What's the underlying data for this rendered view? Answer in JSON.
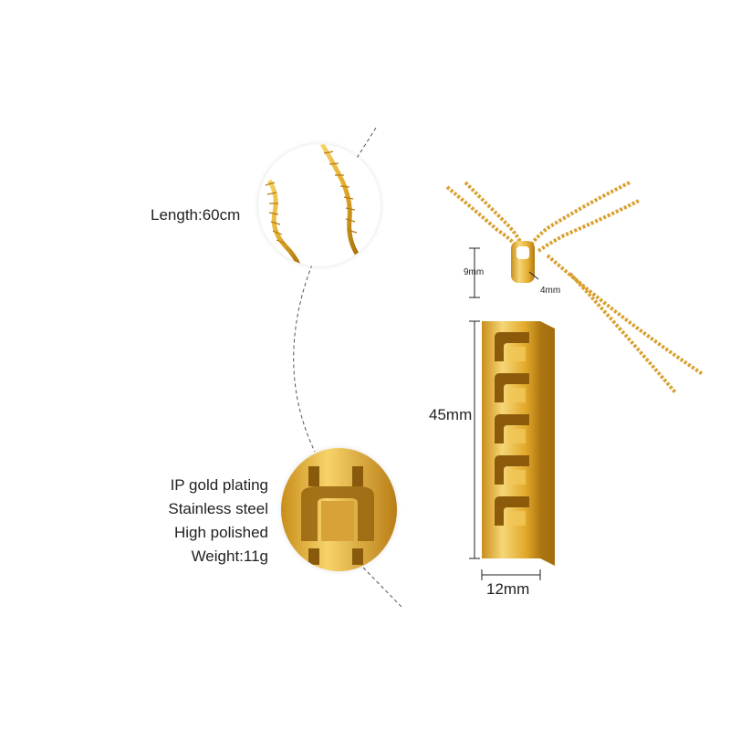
{
  "details": {
    "length": "Length:60cm",
    "specs": [
      "IP gold plating",
      "Stainless steel",
      "High polished",
      "Weight:11g"
    ]
  },
  "dimensions": {
    "bail_height": "9mm",
    "bail_width": "4mm",
    "pendant_height": "45mm",
    "pendant_width": "12mm"
  },
  "colors": {
    "gold_light": "#f7d36a",
    "gold_mid": "#e5ad2c",
    "gold_dark": "#a8720d",
    "dashed_line": "#555555"
  },
  "icons": {
    "chain_zoom": "chain-closeup-image",
    "pendant_zoom": "pendant-closeup-image",
    "pendant": "pendant-necklace-image"
  }
}
